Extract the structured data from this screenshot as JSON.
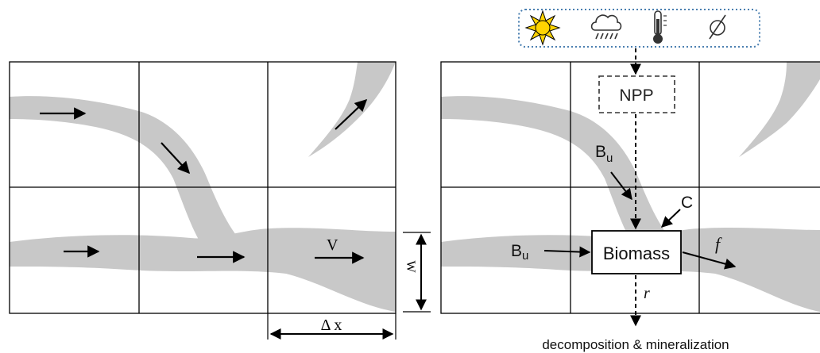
{
  "left_panel": {
    "velocity_label": "V",
    "width_label": "W",
    "dx_label": "Δ x"
  },
  "right_panel": {
    "drivers_icons": [
      "sun-icon",
      "rain-cloud-icon",
      "thermometer-icon",
      "nutrient-icon"
    ],
    "npp_label": "NPP",
    "biomass_label": "Biomass",
    "upstream_label_main": "B",
    "upstream_label_sub": "u",
    "carbon_label": "C",
    "export_label": "f",
    "respiration_label": "r",
    "footer_label": "decomposition & mineralization"
  },
  "colors": {
    "river": "#c8c8c8",
    "grid": "#000000",
    "sun": "#ffd400",
    "driver_box_border": "#4a7fb0"
  }
}
